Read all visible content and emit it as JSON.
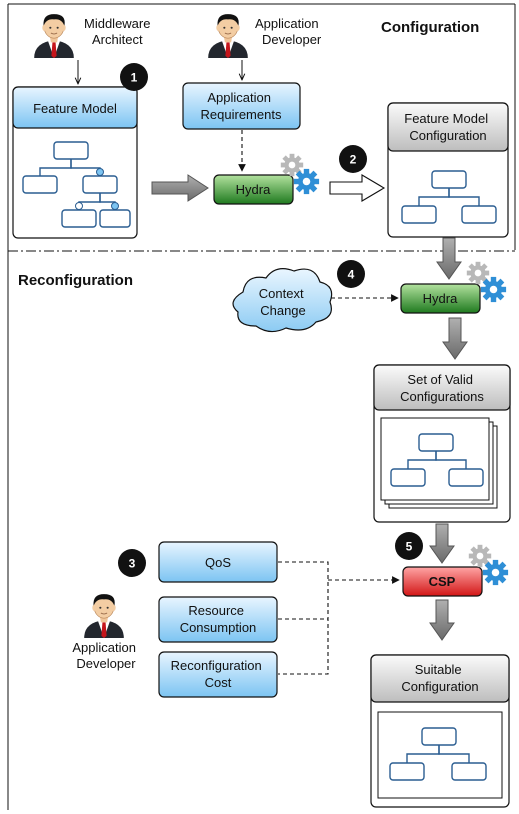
{
  "sections": {
    "configuration": "Configuration",
    "reconfiguration": "Reconfiguration"
  },
  "actors": {
    "middleware_architect": [
      "Middleware",
      "Architect"
    ],
    "app_developer_top": [
      "Application",
      "Developer"
    ],
    "app_developer_bottom": [
      "Application",
      "Developer"
    ]
  },
  "boxes": {
    "feature_model": "Feature Model",
    "application_requirements": [
      "Application",
      "Requirements"
    ],
    "feature_model_configuration": [
      "Feature Model",
      "Configuration"
    ],
    "set_of_valid_configurations": [
      "Set of Valid",
      "Configurations"
    ],
    "qos": "QoS",
    "resource_consumption": [
      "Resource",
      "Consumption"
    ],
    "reconfiguration_cost": [
      "Reconfiguration",
      "Cost"
    ],
    "suitable_configuration": [
      "Suitable",
      "Configuration"
    ]
  },
  "processors": {
    "hydra_1": "Hydra",
    "hydra_2": "Hydra",
    "csp": "CSP"
  },
  "cloud": [
    "Context",
    "Change"
  ],
  "steps": [
    "1",
    "2",
    "3",
    "4",
    "5"
  ],
  "icons": {
    "person": "person-icon",
    "gear": "gear-icon",
    "step": "step-badge"
  },
  "colors": {
    "blue_box_top": "#e6f4ff",
    "blue_box_bottom": "#7cc4f2",
    "gray_box_top": "#fafafa",
    "gray_box_bottom": "#bdbdbd",
    "green_top": "#a9dd95",
    "green_bottom": "#1f7a1f",
    "red_top": "#ff9b9b",
    "red_bottom": "#d41a1a",
    "tree": "#2a5d91",
    "gear_blue": "#2f8fd6",
    "gear_gray": "#b8b8b8",
    "arrow_gray": "#8a8a8a"
  }
}
